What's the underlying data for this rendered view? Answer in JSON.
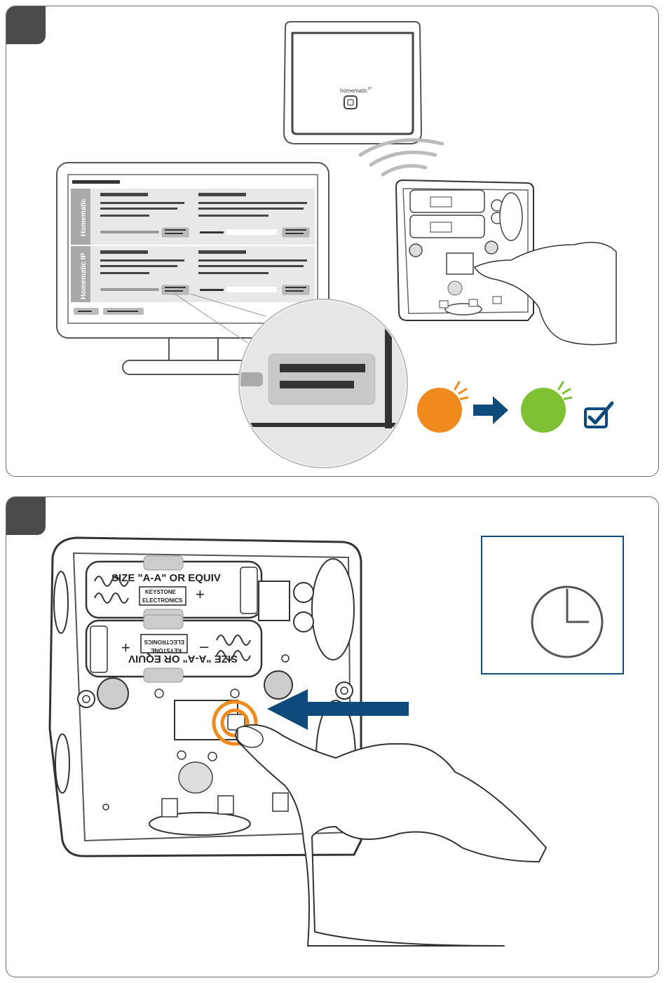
{
  "panel1": {
    "ccu_brand": "homematic",
    "ccu_brand_mark": "IP",
    "monitor_rows": [
      {
        "label": "Homematic"
      },
      {
        "label": "Homematic IP"
      }
    ],
    "led_before_color": "#f08a1c",
    "led_after_color": "#7ec132",
    "arrow_color": "#0e4a7c",
    "check_icon": "checkbox-checked-icon"
  },
  "panel2": {
    "battery_top_text": "SIZE \"A-A\" OR EQUIV",
    "battery_top_brand1": "KEYSTONE",
    "battery_top_brand2": "ELECTRONICS",
    "battery_bottom_text": "SIZE \"A-A\" OR EQUIV",
    "battery_bottom_brand1": "KEYSTONE",
    "battery_bottom_brand2": "ELECTRONICS",
    "plus": "+",
    "minus": "–",
    "highlight_color": "#f08a1c",
    "arrow_color": "#0e4a7c",
    "timer_icon": "clock-icon"
  }
}
